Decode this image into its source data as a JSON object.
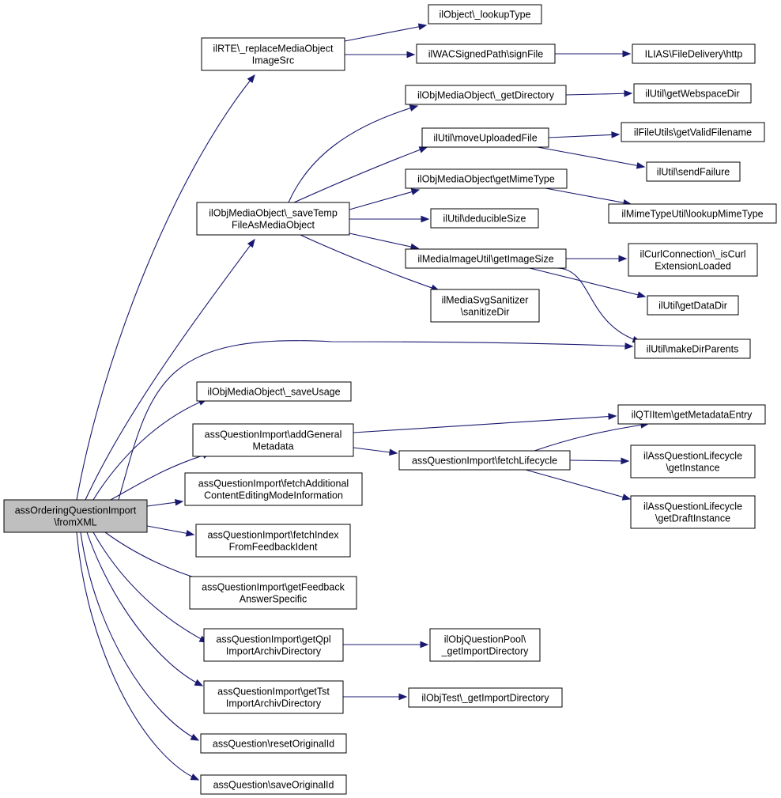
{
  "nodes": [
    {
      "id": "root",
      "lines": [
        "assOrderingQuestionImport",
        "\\fromXML"
      ]
    },
    {
      "id": "replaceMedia",
      "lines": [
        "ilRTE\\_replaceMediaObject",
        "ImageSrc"
      ]
    },
    {
      "id": "lookupType",
      "lines": [
        "ilObject\\_lookupType"
      ]
    },
    {
      "id": "signFile",
      "lines": [
        "ilWACSignedPath\\signFile"
      ]
    },
    {
      "id": "fileDelivery",
      "lines": [
        "ILIAS\\FileDelivery\\http"
      ]
    },
    {
      "id": "getDirectory",
      "lines": [
        "ilObjMediaObject\\_getDirectory"
      ]
    },
    {
      "id": "webspaceDir",
      "lines": [
        "ilUtil\\getWebspaceDir"
      ]
    },
    {
      "id": "moveUploaded",
      "lines": [
        "ilUtil\\moveUploadedFile"
      ]
    },
    {
      "id": "validFilename",
      "lines": [
        "ilFileUtils\\getValidFilename"
      ]
    },
    {
      "id": "sendFailure",
      "lines": [
        "ilUtil\\sendFailure"
      ]
    },
    {
      "id": "saveTemp",
      "lines": [
        "ilObjMediaObject\\_saveTemp",
        "FileAsMediaObject"
      ]
    },
    {
      "id": "getMimeType",
      "lines": [
        "ilObjMediaObject\\getMimeType"
      ]
    },
    {
      "id": "lookupMimeType",
      "lines": [
        "ilMimeTypeUtil\\lookupMimeType"
      ]
    },
    {
      "id": "deducibleSize",
      "lines": [
        "ilUtil\\deducibleSize"
      ]
    },
    {
      "id": "getImageSize",
      "lines": [
        "ilMediaImageUtil\\getImageSize"
      ]
    },
    {
      "id": "curlLoaded",
      "lines": [
        "ilCurlConnection\\_isCurl",
        "ExtensionLoaded"
      ]
    },
    {
      "id": "getDataDir",
      "lines": [
        "ilUtil\\getDataDir"
      ]
    },
    {
      "id": "svgSanitizer",
      "lines": [
        "ilMediaSvgSanitizer",
        "\\sanitizeDir"
      ]
    },
    {
      "id": "makeDirParents",
      "lines": [
        "ilUtil\\makeDirParents"
      ]
    },
    {
      "id": "saveUsage",
      "lines": [
        "ilObjMediaObject\\_saveUsage"
      ]
    },
    {
      "id": "addGeneral",
      "lines": [
        "assQuestionImport\\addGeneral",
        "Metadata"
      ]
    },
    {
      "id": "metadataEntry",
      "lines": [
        "ilQTIItem\\getMetadataEntry"
      ]
    },
    {
      "id": "fetchLifecycle",
      "lines": [
        "assQuestionImport\\fetchLifecycle"
      ]
    },
    {
      "id": "lifecycleGetInstance",
      "lines": [
        "ilAssQuestionLifecycle",
        "\\getInstance"
      ]
    },
    {
      "id": "lifecycleDraft",
      "lines": [
        "ilAssQuestionLifecycle",
        "\\getDraftInstance"
      ]
    },
    {
      "id": "fetchAdditional",
      "lines": [
        "assQuestionImport\\fetchAdditional",
        "ContentEditingModeInformation"
      ]
    },
    {
      "id": "fetchIndex",
      "lines": [
        "assQuestionImport\\fetchIndex",
        "FromFeedbackIdent"
      ]
    },
    {
      "id": "getFeedback",
      "lines": [
        "assQuestionImport\\getFeedback",
        "AnswerSpecific"
      ]
    },
    {
      "id": "getQpl",
      "lines": [
        "assQuestionImport\\getQpl",
        "ImportArchivDirectory"
      ]
    },
    {
      "id": "qplImportDir",
      "lines": [
        "ilObjQuestionPool\\",
        "_getImportDirectory"
      ]
    },
    {
      "id": "getTst",
      "lines": [
        "assQuestionImport\\getTst",
        "ImportArchivDirectory"
      ]
    },
    {
      "id": "tstImportDir",
      "lines": [
        "ilObjTest\\_getImportDirectory"
      ]
    },
    {
      "id": "resetOriginal",
      "lines": [
        "assQuestion\\resetOriginalId"
      ]
    },
    {
      "id": "saveOriginal",
      "lines": [
        "assQuestion\\saveOriginalId"
      ]
    }
  ],
  "edges": [
    {
      "from": "root",
      "to": "replaceMedia"
    },
    {
      "from": "root",
      "to": "saveTemp"
    },
    {
      "from": "root",
      "to": "makeDirParents"
    },
    {
      "from": "root",
      "to": "saveUsage"
    },
    {
      "from": "root",
      "to": "addGeneral"
    },
    {
      "from": "root",
      "to": "fetchAdditional"
    },
    {
      "from": "root",
      "to": "fetchIndex"
    },
    {
      "from": "root",
      "to": "getFeedback"
    },
    {
      "from": "root",
      "to": "getQpl"
    },
    {
      "from": "root",
      "to": "getTst"
    },
    {
      "from": "root",
      "to": "resetOriginal"
    },
    {
      "from": "root",
      "to": "saveOriginal"
    },
    {
      "from": "replaceMedia",
      "to": "lookupType"
    },
    {
      "from": "replaceMedia",
      "to": "signFile"
    },
    {
      "from": "signFile",
      "to": "fileDelivery"
    },
    {
      "from": "saveTemp",
      "to": "getDirectory"
    },
    {
      "from": "saveTemp",
      "to": "moveUploaded"
    },
    {
      "from": "saveTemp",
      "to": "getMimeType"
    },
    {
      "from": "saveTemp",
      "to": "deducibleSize"
    },
    {
      "from": "saveTemp",
      "to": "getImageSize"
    },
    {
      "from": "saveTemp",
      "to": "svgSanitizer"
    },
    {
      "from": "getDirectory",
      "to": "webspaceDir"
    },
    {
      "from": "moveUploaded",
      "to": "validFilename"
    },
    {
      "from": "moveUploaded",
      "to": "sendFailure"
    },
    {
      "from": "getMimeType",
      "to": "lookupMimeType"
    },
    {
      "from": "getImageSize",
      "to": "curlLoaded"
    },
    {
      "from": "getImageSize",
      "to": "getDataDir"
    },
    {
      "from": "getImageSize",
      "to": "makeDirParents"
    },
    {
      "from": "addGeneral",
      "to": "metadataEntry"
    },
    {
      "from": "addGeneral",
      "to": "fetchLifecycle"
    },
    {
      "from": "fetchLifecycle",
      "to": "metadataEntry"
    },
    {
      "from": "fetchLifecycle",
      "to": "lifecycleGetInstance"
    },
    {
      "from": "fetchLifecycle",
      "to": "lifecycleDraft"
    },
    {
      "from": "getQpl",
      "to": "qplImportDir"
    },
    {
      "from": "getTst",
      "to": "tstImportDir"
    }
  ]
}
